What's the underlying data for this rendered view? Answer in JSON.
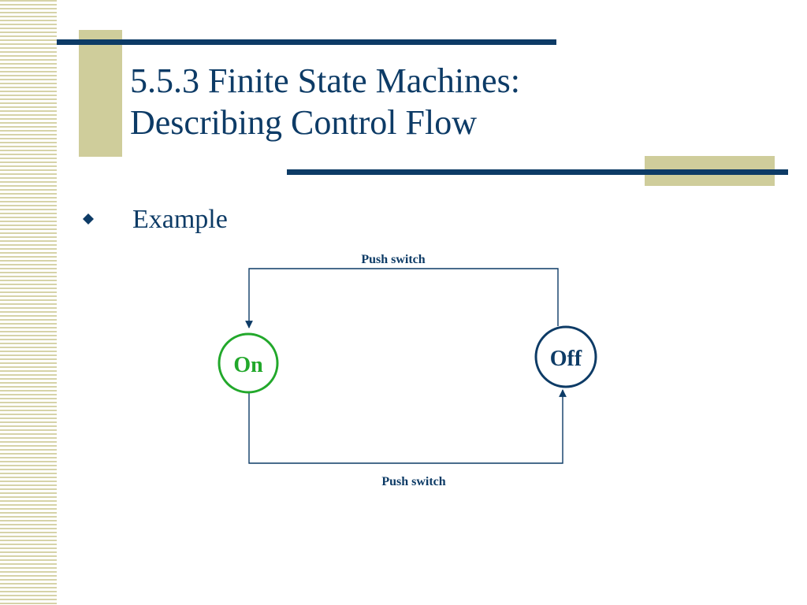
{
  "slide": {
    "title_line1": "5.5.3 Finite State Machines:",
    "title_line2": "Describing Control Flow",
    "bullet": "Example"
  },
  "diagram": {
    "states": {
      "on": {
        "label": "On",
        "color": "#22a82b"
      },
      "off": {
        "label": "Off",
        "color": "#0d3b66"
      }
    },
    "transitions": {
      "top": {
        "label": "Push switch",
        "from": "Off",
        "to": "On"
      },
      "bottom": {
        "label": "Push switch",
        "from": "On",
        "to": "Off"
      }
    }
  },
  "colors": {
    "navy": "#0d3b66",
    "tan": "#cfcd9b",
    "green": "#22a82b"
  }
}
